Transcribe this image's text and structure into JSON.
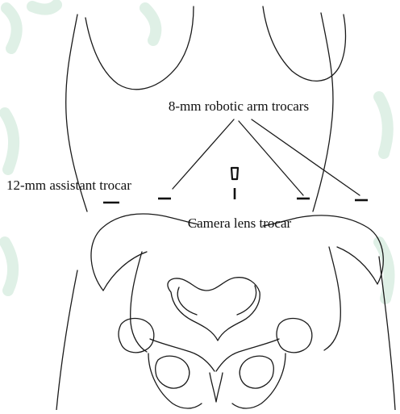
{
  "figure": {
    "background": "#ffffff",
    "line_color": "#1a1a1a",
    "watermark_color": "#dff0e6"
  },
  "labels": {
    "robotic_arm_trocars": "8-mm robotic arm trocars",
    "assistant_trocar": "12-mm assistant trocar",
    "camera_trocar": "Camera lens trocar"
  }
}
